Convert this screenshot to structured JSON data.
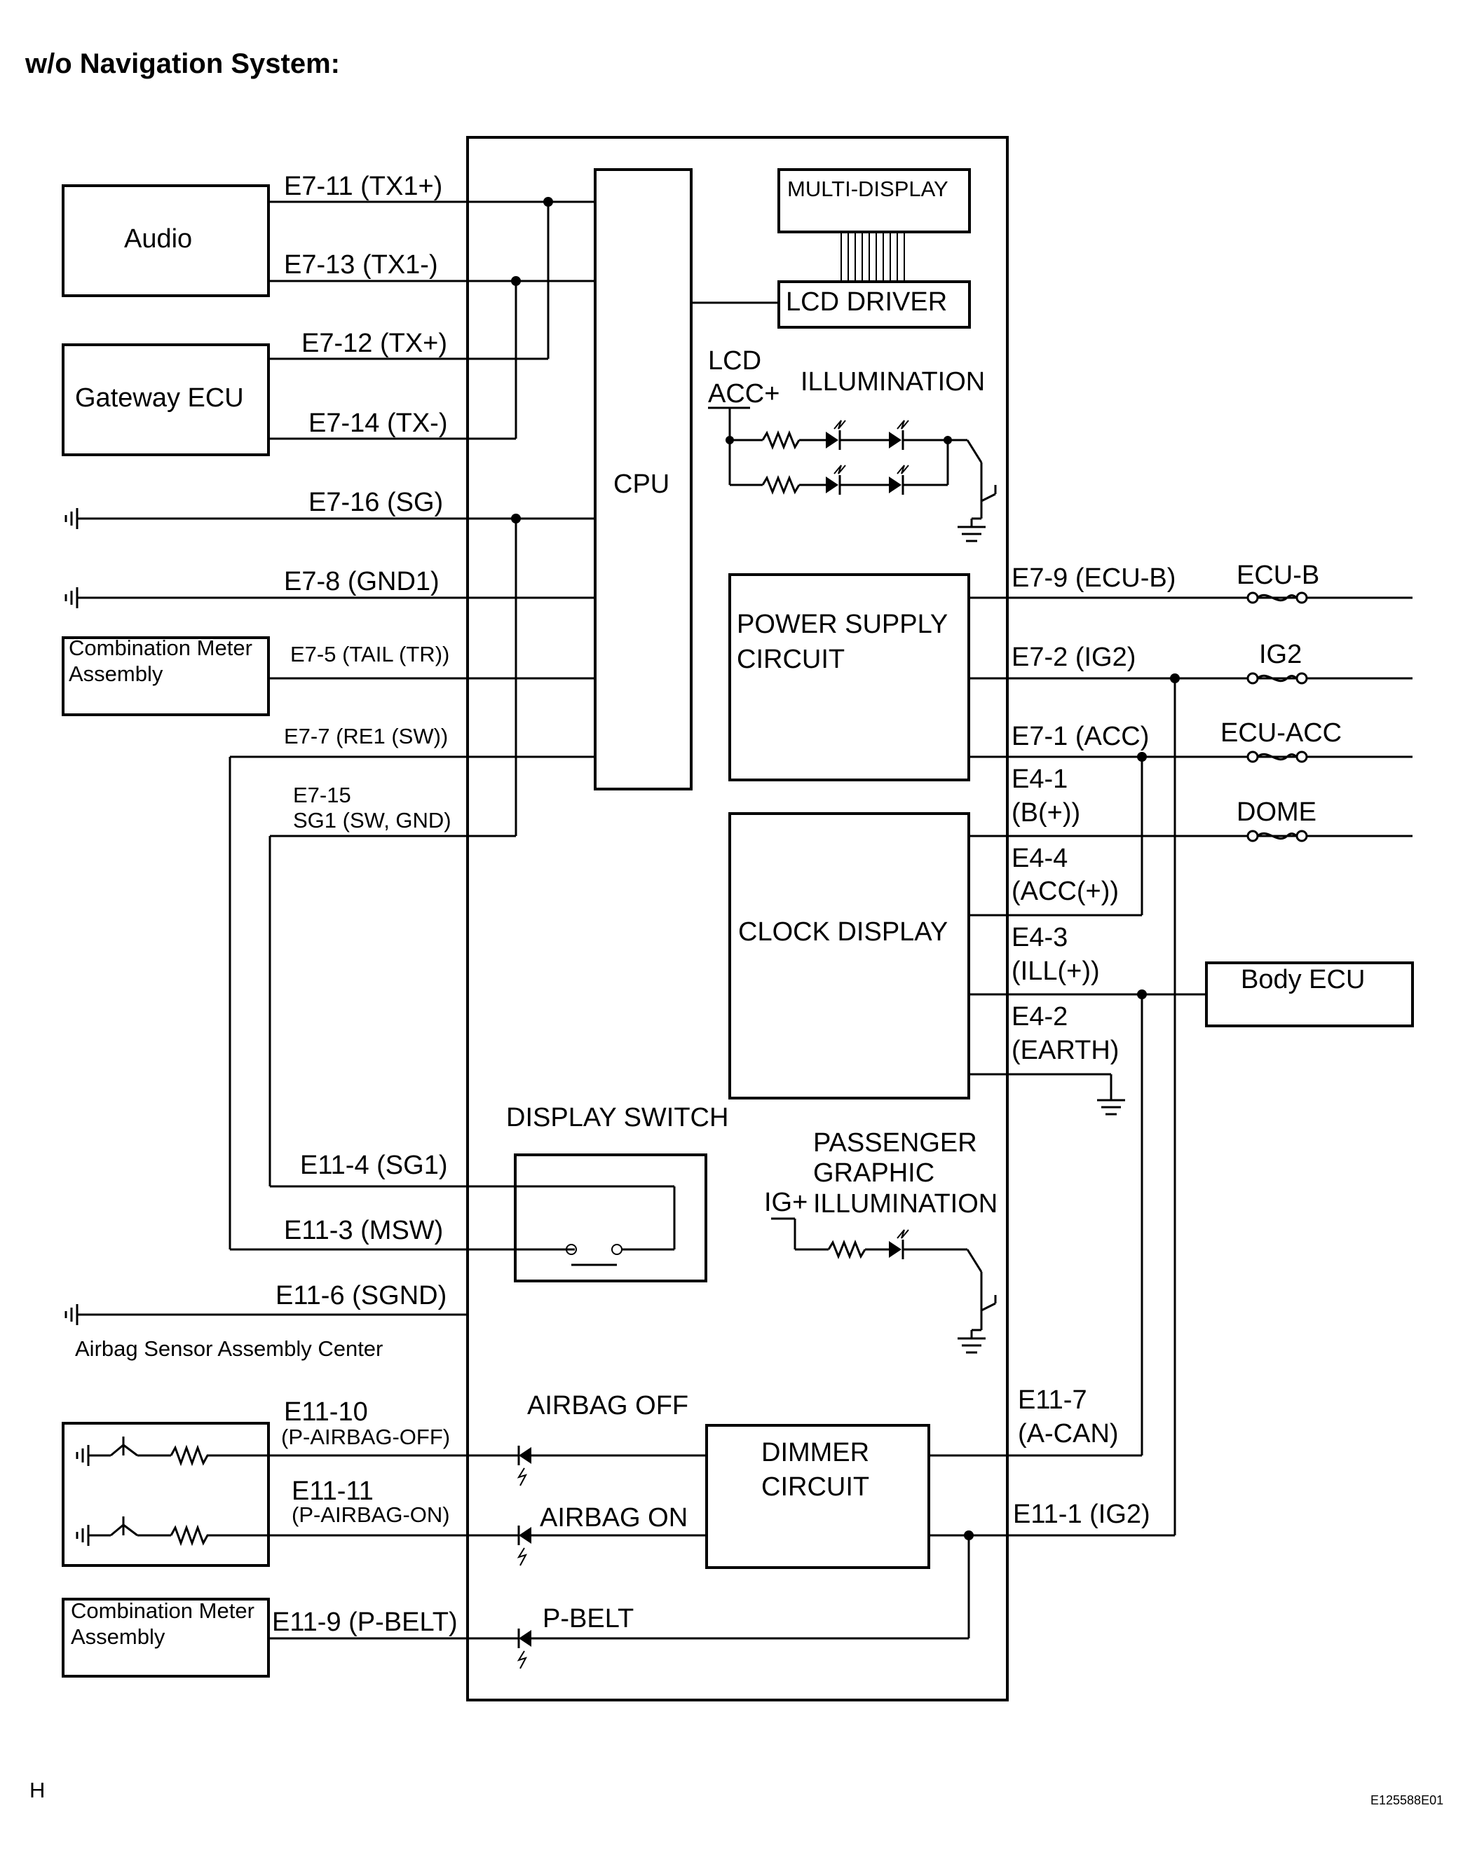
{
  "title": "w/o Navigation System:",
  "components": {
    "audio": "Audio",
    "gateway_ecu": "Gateway ECU",
    "combination_meter_1": [
      "Combination Meter",
      "Assembly"
    ],
    "combination_meter_2": [
      "Combination Meter",
      "Assembly"
    ],
    "airbag_sensor": "Airbag Sensor Assembly Center",
    "body_ecu": "Body ECU",
    "cpu": "CPU",
    "multi_display": "MULTI-DISPLAY",
    "lcd_driver": "LCD DRIVER",
    "lcd": "LCD",
    "acc_plus": "ACC+",
    "illumination": "ILLUMINATION",
    "power_supply": [
      "POWER SUPPLY",
      "CIRCUIT"
    ],
    "clock_display": "CLOCK DISPLAY",
    "display_switch": "DISPLAY SWITCH",
    "passenger_graphic": [
      "PASSENGER",
      "GRAPHIC",
      "ILLUMINATION"
    ],
    "ig_plus": "IG+",
    "dimmer_circuit": [
      "DIMMER",
      "CIRCUIT"
    ],
    "airbag_off": "AIRBAG OFF",
    "airbag_on": "AIRBAG ON",
    "p_belt": "P-BELT"
  },
  "left_terminals": {
    "e7_11": "E7-11 (TX1+)",
    "e7_13": "E7-13 (TX1-)",
    "e7_12": "E7-12 (TX+)",
    "e7_14": "E7-14 (TX-)",
    "e7_16": "E7-16 (SG)",
    "e7_8": "E7-8 (GND1)",
    "e7_5": "E7-5 (TAIL (TR))",
    "e7_7": "E7-7 (RE1 (SW))",
    "e7_15": [
      "E7-15",
      "SG1 (SW, GND)"
    ],
    "e11_4": "E11-4 (SG1)",
    "e11_3": "E11-3 (MSW)",
    "e11_6": "E11-6 (SGND)",
    "e11_10": [
      "E11-10",
      "(P-AIRBAG-OFF)"
    ],
    "e11_11": [
      "E11-11",
      "(P-AIRBAG-ON)"
    ],
    "e11_9": "E11-9 (P-BELT)"
  },
  "right_terminals": {
    "e7_9": "E7-9 (ECU-B)",
    "e7_2": "E7-2 (IG2)",
    "e7_1": "E7-1 (ACC)",
    "e4_1": [
      "E4-1",
      "(B(+))"
    ],
    "e4_4": [
      "E4-4",
      "(ACC(+))"
    ],
    "e4_3": [
      "E4-3",
      "(ILL(+))"
    ],
    "e4_2": [
      "E4-2",
      "(EARTH)"
    ],
    "e11_7": [
      "E11-7",
      "(A-CAN)"
    ],
    "e11_1": "E11-1 (IG2)"
  },
  "fuses": {
    "ecu_b": "ECU-B",
    "ig2": "IG2",
    "ecu_acc": "ECU-ACC",
    "dome": "DOME"
  },
  "footer": {
    "left": "H",
    "code": "E125588E01"
  }
}
